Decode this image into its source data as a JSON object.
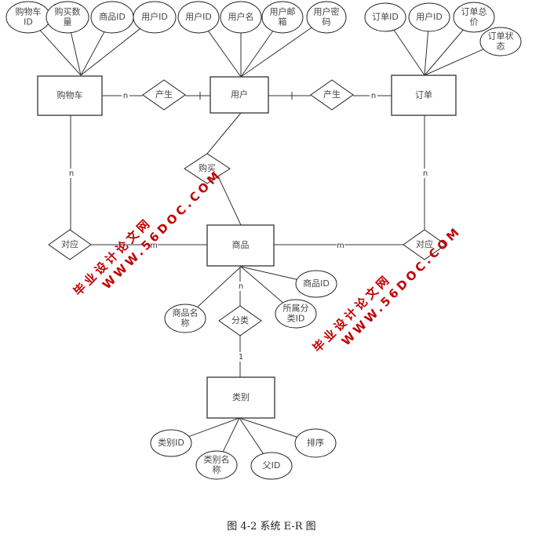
{
  "caption": "图 4-2 系统 E-R 图",
  "entities": [
    {
      "id": "cart",
      "label": "购物车"
    },
    {
      "id": "user",
      "label": "用户"
    },
    {
      "id": "order",
      "label": "订单"
    },
    {
      "id": "product",
      "label": "商品"
    },
    {
      "id": "category",
      "label": "类别"
    }
  ],
  "relationships": [
    {
      "id": "rel-generate-cart",
      "label": "产生"
    },
    {
      "id": "rel-generate-order",
      "label": "产生"
    },
    {
      "id": "rel-buy",
      "label": "购买"
    },
    {
      "id": "rel-correspond-cart",
      "label": "对应"
    },
    {
      "id": "rel-correspond-order",
      "label": "对应"
    },
    {
      "id": "rel-classify",
      "label": "分类"
    }
  ],
  "attributes": [
    {
      "entity": "cart",
      "lines": [
        "购物车",
        "ID"
      ]
    },
    {
      "entity": "cart",
      "lines": [
        "购买数",
        "量"
      ]
    },
    {
      "entity": "cart",
      "lines": [
        "商品ID"
      ]
    },
    {
      "entity": "cart",
      "lines": [
        "用户ID"
      ]
    },
    {
      "entity": "user",
      "lines": [
        "用户ID"
      ]
    },
    {
      "entity": "user",
      "lines": [
        "用户名"
      ]
    },
    {
      "entity": "user",
      "lines": [
        "用户邮",
        "箱"
      ]
    },
    {
      "entity": "user",
      "lines": [
        "用户密",
        "码"
      ]
    },
    {
      "entity": "order",
      "lines": [
        "订单ID"
      ]
    },
    {
      "entity": "order",
      "lines": [
        "用户ID"
      ]
    },
    {
      "entity": "order",
      "lines": [
        "订单总",
        "价"
      ]
    },
    {
      "entity": "order",
      "lines": [
        "订单状",
        "态"
      ]
    },
    {
      "entity": "product",
      "lines": [
        "商品ID"
      ]
    },
    {
      "entity": "product",
      "lines": [
        "所属分",
        "类ID"
      ]
    },
    {
      "entity": "product",
      "lines": [
        "商品名",
        "称"
      ]
    },
    {
      "entity": "category",
      "lines": [
        "类别ID"
      ]
    },
    {
      "entity": "category",
      "lines": [
        "类别名",
        "称"
      ]
    },
    {
      "entity": "category",
      "lines": [
        "父ID"
      ]
    },
    {
      "entity": "category",
      "lines": [
        "排序"
      ]
    }
  ],
  "cardinalities": {
    "cart_generate": "n",
    "user_generate_cart": "1",
    "user_generate_order": "1",
    "order_generate": "n",
    "cart_correspond": "n",
    "correspond_product_left": "m",
    "product_correspond_right": "m",
    "order_correspond": "n",
    "product_classify": "n",
    "category_classify": "1"
  },
  "watermarks": [
    {
      "line1": "毕业设计论文网",
      "line2": "WWW.56DOC.COM"
    },
    {
      "line1": "毕业设计论文网",
      "line2": "WWW.56DOC.COM"
    }
  ]
}
